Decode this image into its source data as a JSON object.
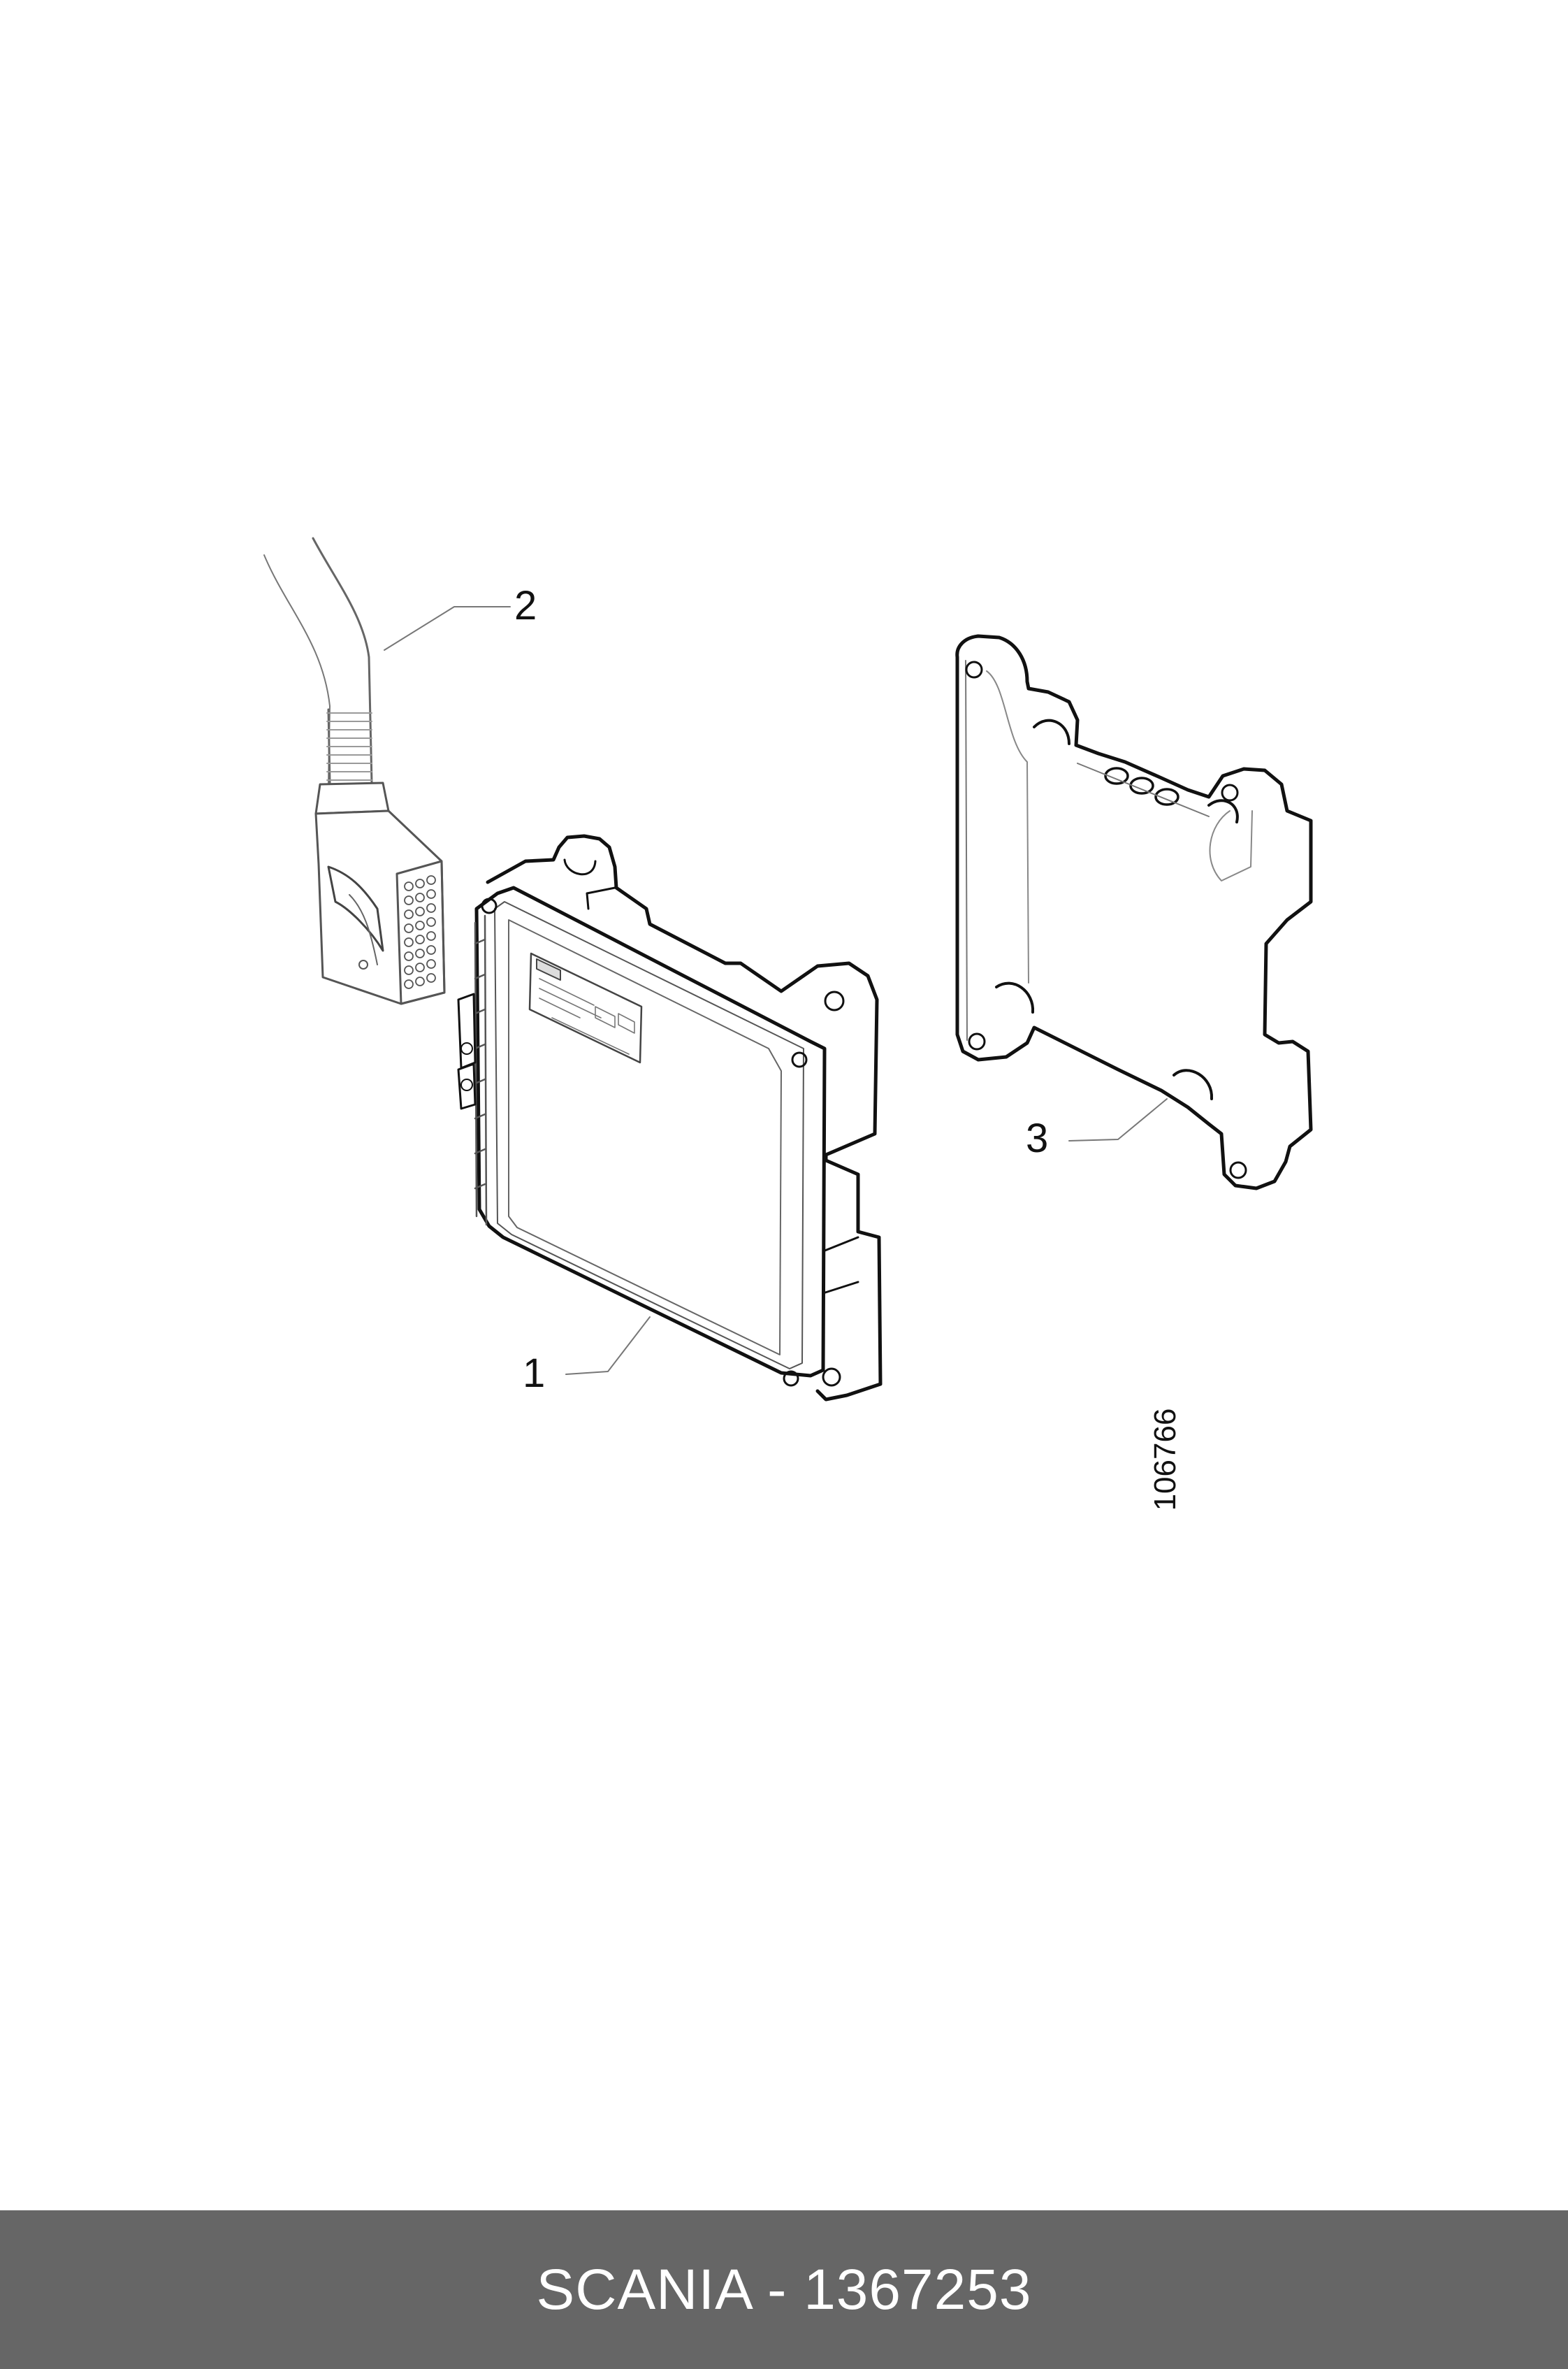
{
  "callouts": {
    "one": "1",
    "two": "2",
    "three": "3"
  },
  "drawing_number": "106766",
  "footer": {
    "text": "SCANIA - 1367253",
    "background": "#666666",
    "text_color": "#ffffff"
  },
  "line_color": "#111111"
}
